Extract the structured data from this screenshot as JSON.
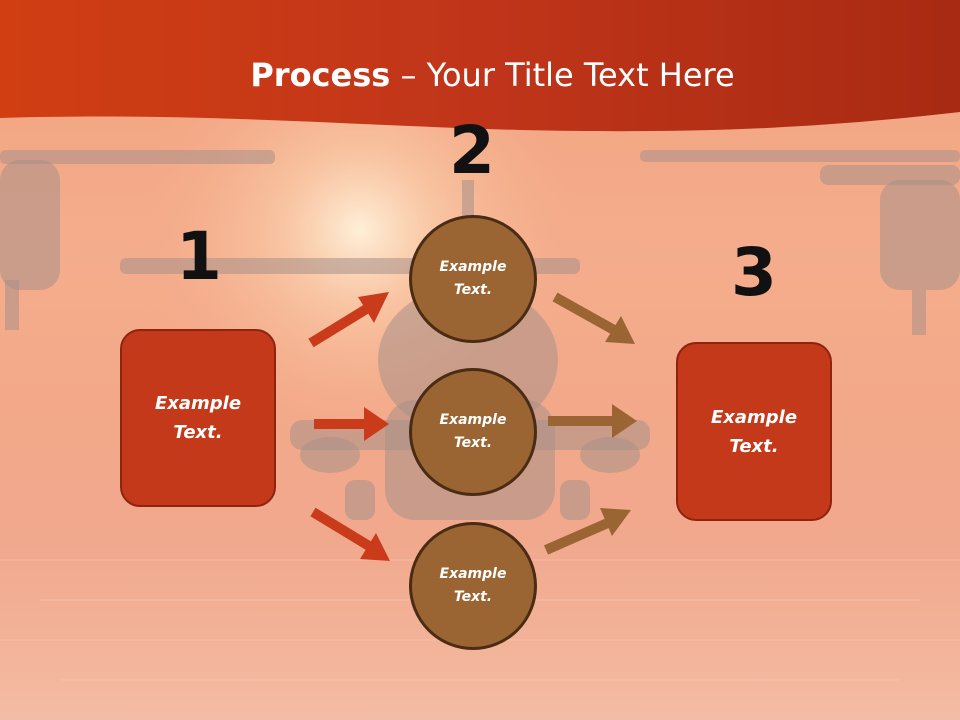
{
  "title": {
    "bold": "Process",
    "rest": " – Your Title Text Here"
  },
  "steps": {
    "one": {
      "number": "1",
      "box_text": "Example\nText."
    },
    "two": {
      "number": "2",
      "circles": [
        "Example\nText.",
        "Example\nText.",
        "Example\nText."
      ]
    },
    "three": {
      "number": "3",
      "box_text": "Example\nText."
    }
  },
  "colors": {
    "banner": "#c43a14",
    "box": "#c4391a",
    "circle": "#9a6533",
    "arrow_left": "#c93b1a",
    "arrow_right": "#9a6533"
  }
}
